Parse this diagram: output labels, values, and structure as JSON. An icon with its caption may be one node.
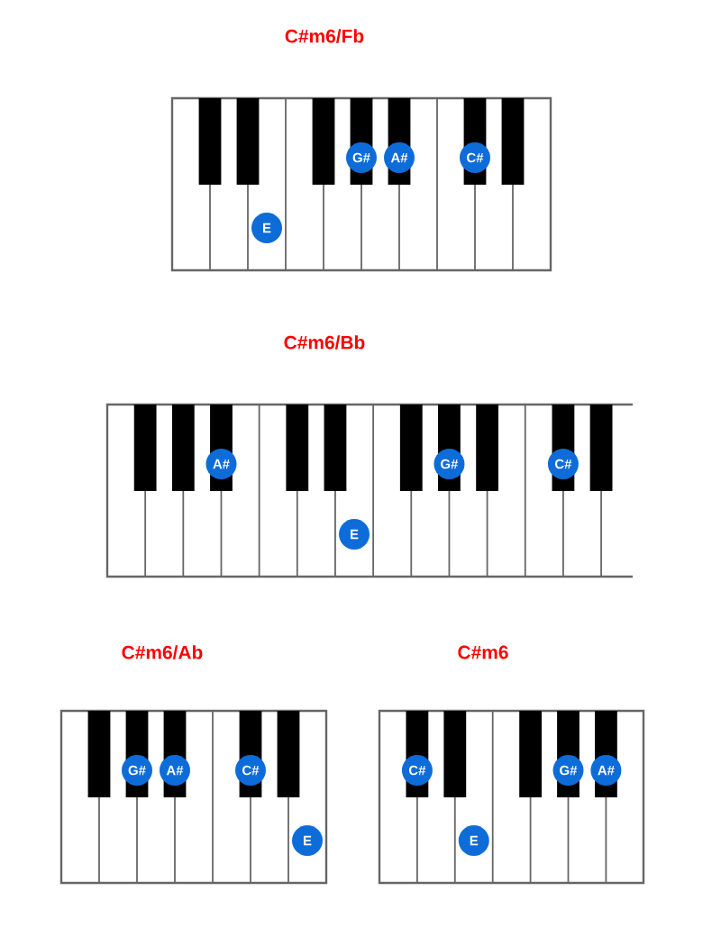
{
  "diagram": {
    "nodes": [
      {
        "text": [
          "C#m6/Fb"
        ]
      },
      {
        "text": [
          "E"
        ],
        "in": 0
      },
      {
        "text": [
          "G#"
        ],
        "in": 0
      },
      {
        "text": [
          "A#"
        ],
        "in": 0
      },
      {
        "text": [
          "C#"
        ],
        "in": 0
      },
      {
        "text": [
          "C#m6/Bb"
        ]
      },
      {
        "text": [
          "A#"
        ],
        "in": 5
      },
      {
        "text": [
          "E"
        ],
        "in": 5
      },
      {
        "text": [
          "G#"
        ],
        "in": 5
      },
      {
        "text": [
          "C#"
        ],
        "in": 5
      },
      {
        "text": [
          "C#m6/Ab"
        ]
      },
      {
        "text": [
          "G#"
        ],
        "in": 10
      },
      {
        "text": [
          "A#"
        ],
        "in": 10
      },
      {
        "text": [
          "C#"
        ],
        "in": 10
      },
      {
        "text": [
          "E"
        ],
        "in": 10
      },
      {
        "text": [
          "C#m6"
        ]
      },
      {
        "text": [
          "C#"
        ],
        "in": 15
      },
      {
        "text": [
          "E"
        ],
        "in": 15
      },
      {
        "text": [
          "G#"
        ],
        "in": 15
      },
      {
        "text": [
          "A#"
        ],
        "in": 15
      }
    ]
  }
}
